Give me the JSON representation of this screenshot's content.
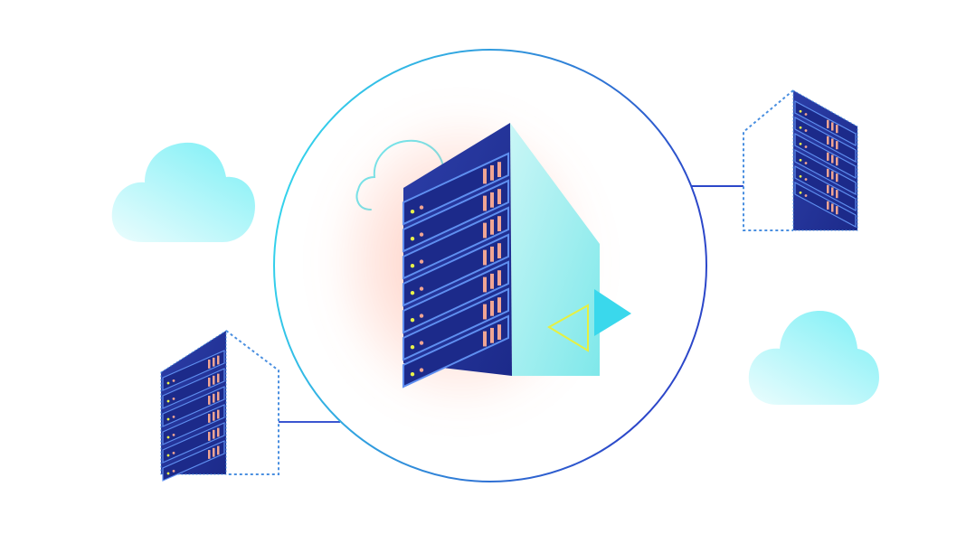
{
  "diagram": {
    "nodes": [
      {
        "id": "central-server",
        "icon": "server-rack-icon",
        "units": 7
      },
      {
        "id": "remote-server-left",
        "icon": "server-rack-icon",
        "units": 6
      },
      {
        "id": "remote-server-right",
        "icon": "server-rack-icon",
        "units": 6
      },
      {
        "id": "cloud-left",
        "icon": "cloud-icon"
      },
      {
        "id": "cloud-right",
        "icon": "cloud-icon"
      },
      {
        "id": "cloud-outline",
        "icon": "cloud-outline-icon"
      }
    ],
    "connections": [
      {
        "from": "central-server",
        "to": "remote-server-left"
      },
      {
        "from": "central-server",
        "to": "remote-server-right"
      }
    ]
  },
  "colors": {
    "rack_front": "#2c3ea8",
    "rack_dark": "#1c2a8a",
    "rack_side": "#7fe8ea",
    "vent": "#f0a593",
    "led_yellow": "#e8f24a",
    "ring_start": "#35e4f0",
    "ring_end": "#2c47c9",
    "cloud_top": "#7ff0f6",
    "cloud_bottom": "#e6fcfd",
    "glow": "#ff9a80",
    "triangle": "#3ad8ec",
    "triangle_outline": "#e6f041"
  }
}
